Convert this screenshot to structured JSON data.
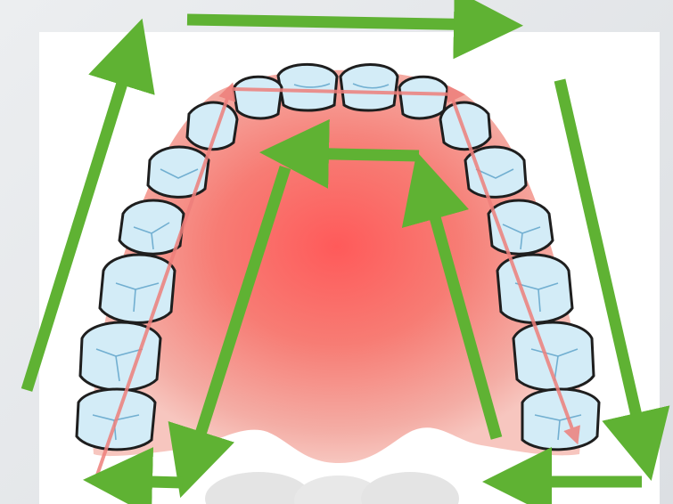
{
  "diagram": {
    "subject": "dental-arch-occlusal-view",
    "colors": {
      "background": "#e6e8eb",
      "panel": "#ffffff",
      "palate_center": "#ff5c5c",
      "palate_edge": "#f5b1a9",
      "tooth_fill": "#d3ecf7",
      "tooth_outline": "#1e1e1e",
      "tooth_groove": "#5aa1c8",
      "outer_arrow": "#5fb233",
      "inner_arrow": "#5fb233",
      "path_arrow": "#ee7f7b",
      "shadow": "#cfcfcf"
    },
    "arrow_groups": {
      "outer": "clockwise-around-arch",
      "inner": "counterclockwise-inside-palate",
      "red_path": "along-tooth-row"
    }
  }
}
